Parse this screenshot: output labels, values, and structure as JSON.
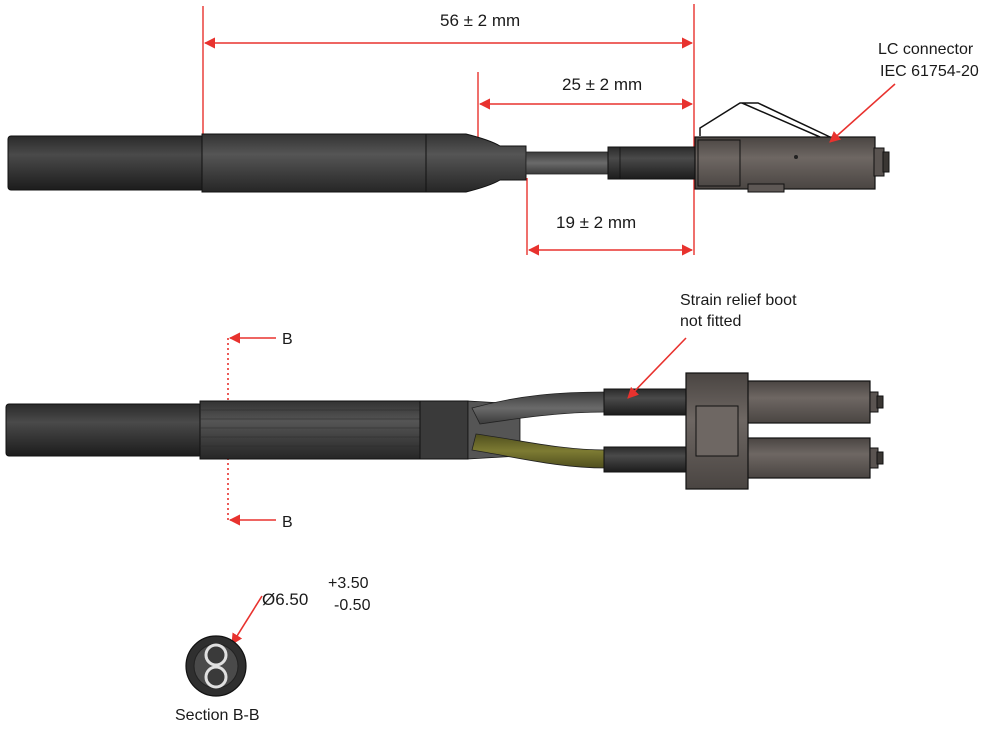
{
  "dimensions": {
    "overall": "56 ± 2 mm",
    "boot": "25 ± 2 mm",
    "connector": "19 ± 2 mm"
  },
  "callouts": {
    "lc_connector": "LC connector",
    "lc_standard": "IEC 61754-20",
    "boot_line1": "Strain relief boot",
    "boot_line2": "not fitted"
  },
  "section_marker": {
    "top": "B",
    "bottom": "B"
  },
  "section_view": {
    "diameter": "Ø6.50",
    "tol_plus": "+3.50",
    "tol_minus": "-0.50",
    "label": "Section B-B"
  },
  "colors": {
    "dimension_line": "#e8322e",
    "jacket_dark": "#3c3c3c",
    "connector_body": "#6b6561",
    "fiber_yellow": "#6b6a2a"
  }
}
